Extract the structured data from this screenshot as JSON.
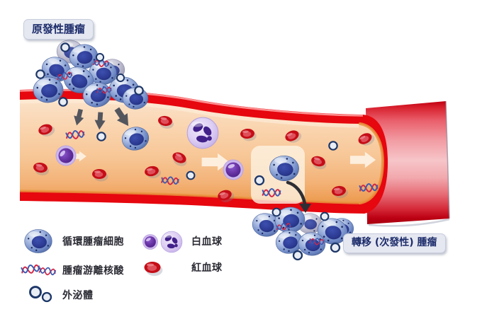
{
  "annotations": {
    "primary_tumor_label": "原發性腫瘤",
    "metastatic_tumor_label": "轉移 (次發性) 腫瘤"
  },
  "legend": {
    "items": [
      {
        "icon": "circulating-tumor-cell-icon",
        "label": "循環腫瘤細胞"
      },
      {
        "icon": "tumor-free-nucleic-acid-icon",
        "label": "腫瘤游離核酸"
      },
      {
        "icon": "exosome-icon",
        "label": "外泌體"
      },
      {
        "icon": "white-blood-cell-icon",
        "label": "白血球"
      },
      {
        "icon": "red-blood-cell-icon",
        "label": "紅血球"
      }
    ]
  },
  "colors": {
    "background": "#ffffff",
    "vessel_wall_red": "#e6070f",
    "vessel_lumen_peach": "#f8cd9f",
    "vessel_lumen_rim_orange": "#e9953f",
    "tumor_cell_blue": "#6b86c4",
    "tumor_nucleus_navy": "#2c3a92",
    "wbc_body_lavender": "#cbbbe8",
    "wbc_nucleus_purple": "#41208a",
    "rbc_red": "#c50d17",
    "exosome_ring_navy": "#1c3668",
    "dna_red": "#d42644",
    "dna_blue": "#3b5ab2",
    "label_box_bg": "#e5e8f1",
    "label_text_navy": "#1d2c6b",
    "legend_text": "#2a2a33",
    "release_arrow_gray": "#54565e",
    "extravasation_arrow_black": "#2e2e34",
    "flow_arrow_cream": "#fdf2e4"
  }
}
